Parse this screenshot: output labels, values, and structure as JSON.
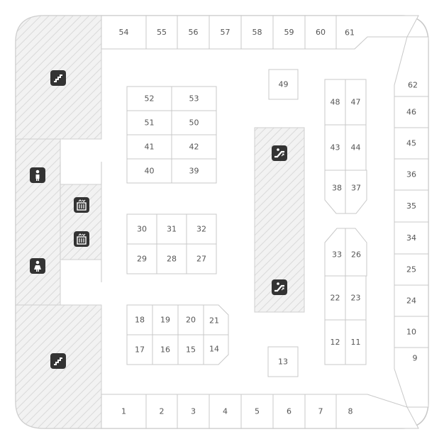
{
  "floor_plan": {
    "units": [
      "1",
      "2",
      "3",
      "4",
      "5",
      "6",
      "7",
      "8",
      "9",
      "10",
      "11",
      "12",
      "13",
      "14",
      "15",
      "16",
      "17",
      "18",
      "19",
      "20",
      "21",
      "22",
      "23",
      "24",
      "25",
      "26",
      "27",
      "28",
      "29",
      "30",
      "31",
      "32",
      "33",
      "34",
      "35",
      "36",
      "37",
      "38",
      "39",
      "40",
      "41",
      "42",
      "43",
      "44",
      "45",
      "46",
      "47",
      "48",
      "49",
      "50",
      "51",
      "52",
      "53",
      "54",
      "55",
      "56",
      "57",
      "58",
      "59",
      "60",
      "61",
      "62"
    ],
    "icons": [
      "stairs-icon",
      "restroom-male-icon",
      "restroom-female-icon",
      "elevator-icon",
      "escalator-icon"
    ]
  },
  "colors": {
    "hatch": "#dcdcdc",
    "outline": "#c8c8c8",
    "icon": "#333333",
    "label": "#555555"
  }
}
